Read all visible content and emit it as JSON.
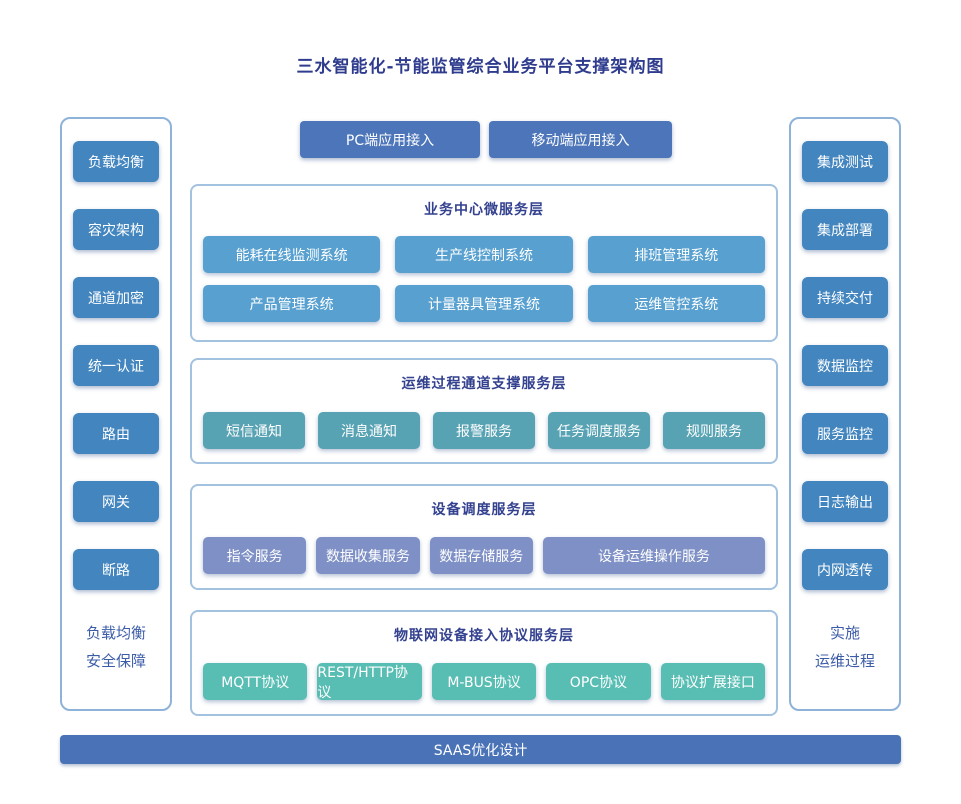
{
  "title": "三水智能化-节能监管综合业务平台支撑架构图",
  "colors": {
    "title_text": "#2f3c8e",
    "panel_border": "#8fb2d8",
    "layer_border": "#a3c2e0",
    "layer_title_text": "#33418f",
    "caption_text": "#3c5ca8",
    "sidebar_btn": "#4285bf",
    "top_btn": "#4d76ba",
    "layer1_btn": "#57a0d0",
    "layer2_btn": "#57a2b3",
    "layer3_btn": "#7e90c5",
    "layer4_btn": "#58bdb3",
    "saas_bar": "#4a73b7",
    "btn_text": "#ffffff"
  },
  "left_sidebar": {
    "items": [
      "负载均衡",
      "容灾架构",
      "通道加密",
      "统一认证",
      "路由",
      "网关",
      "断路"
    ],
    "caption_lines": [
      "负载均衡",
      "安全保障"
    ]
  },
  "right_sidebar": {
    "items": [
      "集成测试",
      "集成部署",
      "持续交付",
      "数据监控",
      "服务监控",
      "日志输出",
      "内网透传"
    ],
    "caption_lines": [
      "实施",
      "运维过程"
    ]
  },
  "top_buttons": [
    "PC端应用接入",
    "移动端应用接入"
  ],
  "layers": [
    {
      "title": "业务中心微服务层",
      "rows": [
        [
          "能耗在线监测系统",
          "生产线控制系统",
          "排班管理系统"
        ],
        [
          "产品管理系统",
          "计量器具管理系统",
          "运维管控系统"
        ]
      ]
    },
    {
      "title": "运维过程通道支撑服务层",
      "rows": [
        [
          "短信通知",
          "消息通知",
          "报警服务",
          "任务调度服务",
          "规则服务"
        ]
      ]
    },
    {
      "title": "设备调度服务层",
      "rows": [
        [
          "指令服务",
          "数据收集服务",
          "数据存储服务",
          "设备运维操作服务"
        ]
      ]
    },
    {
      "title": "物联网设备接入协议服务层",
      "rows": [
        [
          "MQTT协议",
          "REST/HTTP协议",
          "M-BUS协议",
          "OPC协议",
          "协议扩展接口"
        ]
      ]
    }
  ],
  "bottom_bar": {
    "label": "SAAS优化设计"
  }
}
